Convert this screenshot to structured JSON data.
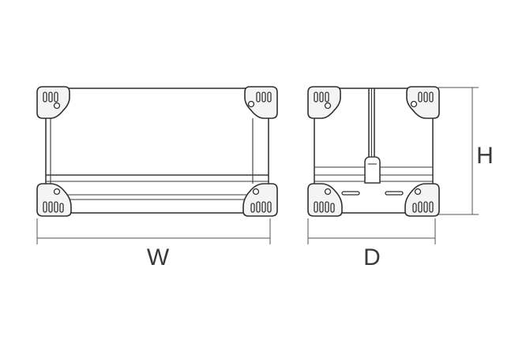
{
  "labels": {
    "width": "W",
    "depth": "D",
    "height": "H"
  },
  "colors": {
    "line": "#3a3a3a",
    "background": "#ffffff"
  }
}
